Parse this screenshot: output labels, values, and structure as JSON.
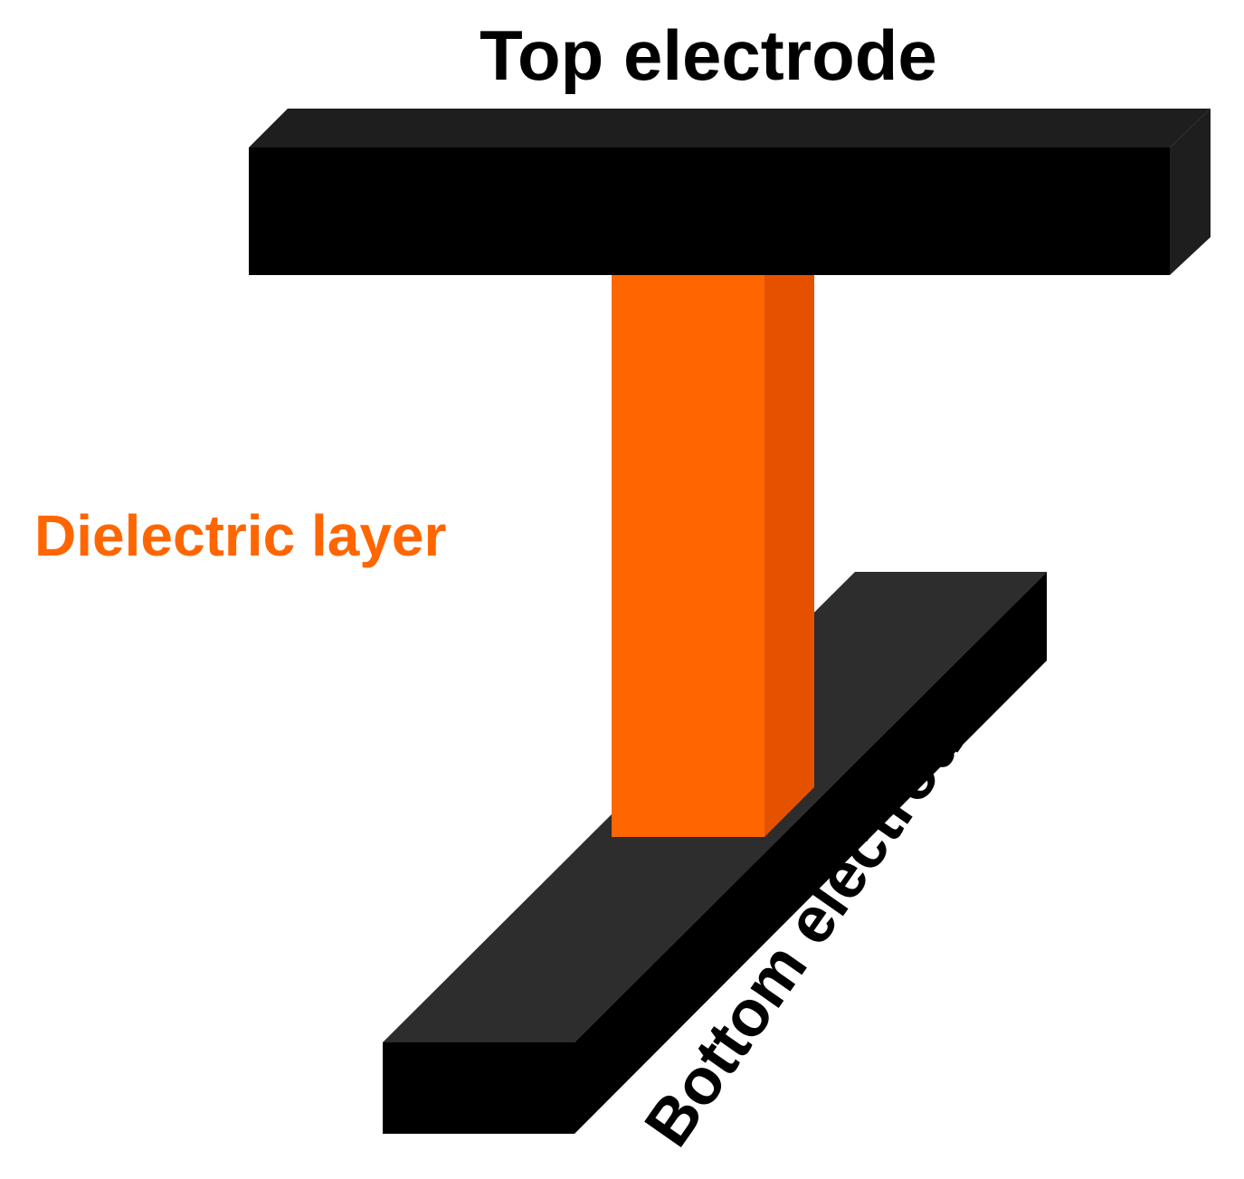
{
  "labels": {
    "top_electrode": "Top electrode",
    "dielectric_layer": "Dielectric layer",
    "bottom_electrode": "Bottom electrode"
  },
  "colors": {
    "background": "#ffffff",
    "top_electrode_front": "#000000",
    "top_electrode_side": "#1e1e1e",
    "bottom_electrode_top": "#2d2d2d",
    "bottom_electrode_front": "#000000",
    "dielectric_front": "#ff6600",
    "dielectric_side": "#e65100",
    "dielectric_label": "#ff6600",
    "text": "#000000"
  }
}
